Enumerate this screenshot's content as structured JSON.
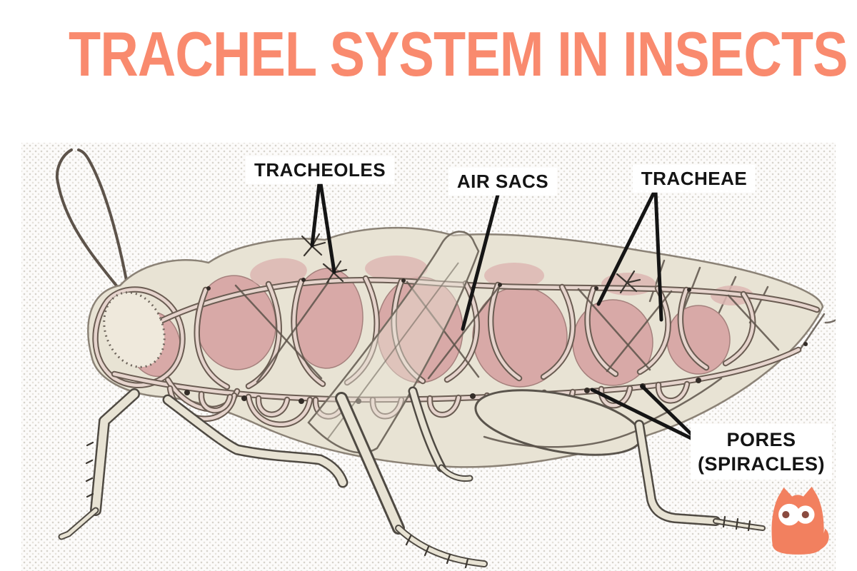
{
  "title": "TRACHEL SYSTEM IN INSECTS",
  "labels": {
    "tracheoles": "TRACHEOLES",
    "air_sacs": "AIR SACS",
    "tracheae": "TRACHEAE",
    "pores_line1": "PORES",
    "pores_line2": "(SPIRACLES)"
  },
  "colors": {
    "title": "#f98a6e",
    "label_text": "#141414",
    "label_background": "#ffffff",
    "leader_line": "#151515",
    "mascot_coral": "#f2805f",
    "insect_body_beige": "#e8e3d4",
    "air_sac_pink": "#d8a9a7",
    "tube_outline": "#6a5c52",
    "panel_dots": "#d6d3cc",
    "panel_background": "#fcfbfa"
  },
  "icons": {
    "mascot": "cat-mascot-icon"
  }
}
